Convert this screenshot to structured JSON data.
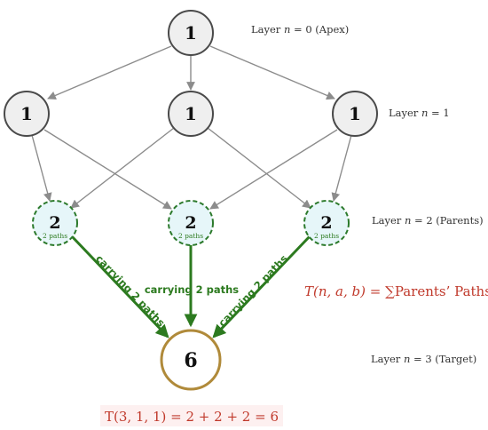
{
  "colors": {
    "node_fill": "#efefef",
    "node_stroke": "#4a4a4a",
    "edge": "#8c8c8c",
    "parent_fill": "#e6f6f9",
    "parent_stroke": "#2c7a2c",
    "green": "#2c7a1f",
    "target_stroke": "#b08a3a",
    "formula_red": "#c0392b",
    "formula_bg": "#fdf0f0",
    "label": "#333333"
  },
  "nodes": {
    "apex": {
      "value": "1"
    },
    "layer1": [
      {
        "value": "1"
      },
      {
        "value": "1"
      },
      {
        "value": "1"
      }
    ],
    "parents": [
      {
        "value": "2",
        "sublabel": "2 paths"
      },
      {
        "value": "2",
        "sublabel": "2 paths"
      },
      {
        "value": "2",
        "sublabel": "2 paths"
      }
    ],
    "target": {
      "value": "6"
    }
  },
  "layer_labels": {
    "l0": {
      "prefix": "Layer ",
      "var": "n",
      "suffix": " = 0 (Apex)"
    },
    "l1": {
      "prefix": "Layer ",
      "var": "n",
      "suffix": " = 1"
    },
    "l2": {
      "prefix": "Layer ",
      "var": "n",
      "suffix": " = 2 (Parents)"
    },
    "l3": {
      "prefix": "Layer ",
      "var": "n",
      "suffix": " = 3 (Target)"
    }
  },
  "edge_labels": {
    "left": "carrying 2 paths",
    "middle": "carrying 2 paths",
    "right": "carrying 2 paths"
  },
  "formula": {
    "lhs": "T(n, a, b) = ",
    "sum": "∑",
    "rhs": "Parents’ Paths"
  },
  "result": {
    "text": "T(3, 1, 1) = 2 + 2 + 2 = 6"
  }
}
